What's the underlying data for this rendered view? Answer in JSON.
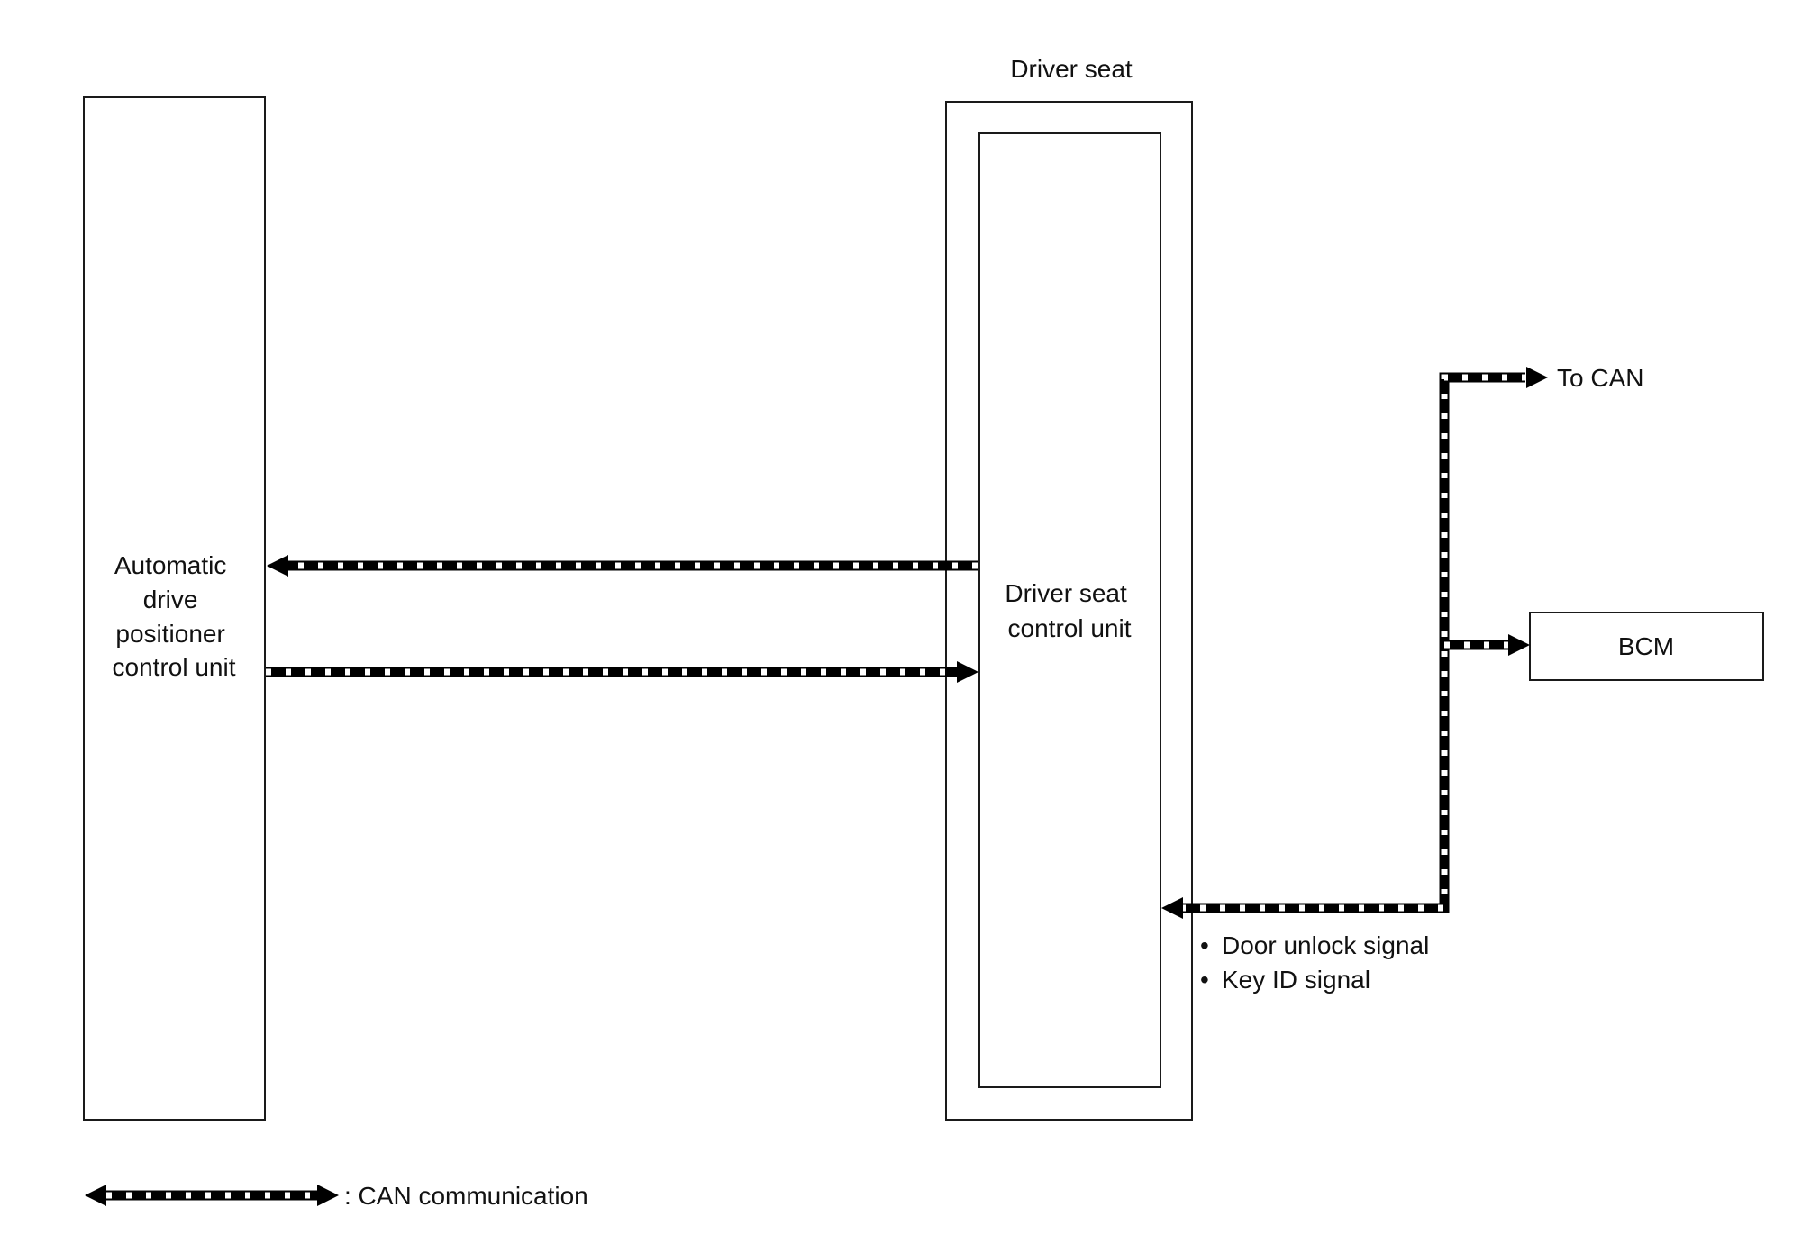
{
  "blocks": {
    "adp_unit": {
      "label_lines": [
        "Automatic",
        "drive",
        "positioner",
        "control unit"
      ]
    },
    "driver_seat": {
      "label": "Driver seat"
    },
    "seat_unit": {
      "label_lines": [
        "Driver seat",
        "control unit"
      ]
    },
    "bcm": {
      "label": "BCM"
    }
  },
  "signals": {
    "to_can": "To CAN",
    "items": [
      "Door unlock signal",
      "Key ID signal"
    ],
    "bullet": "•"
  },
  "legend": {
    "label": ": CAN communication"
  },
  "colors": {
    "line": "#000000",
    "box_stroke": "#1a1a1a",
    "background": "#ffffff"
  }
}
